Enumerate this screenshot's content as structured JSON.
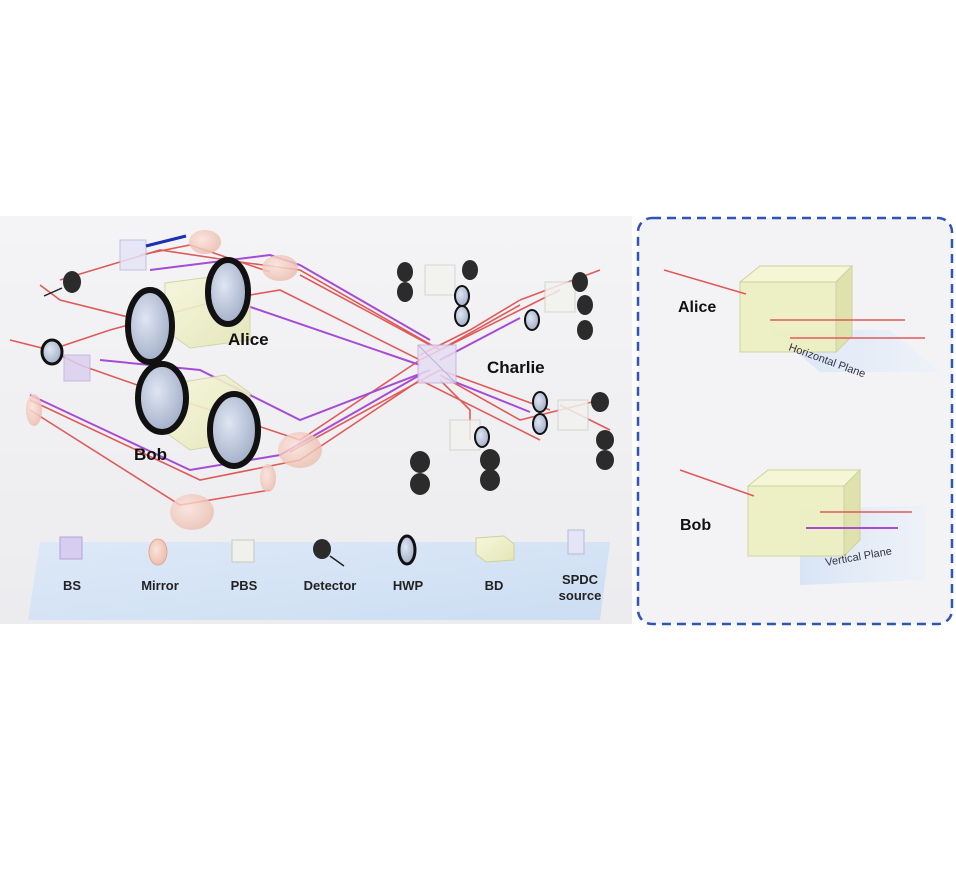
{
  "labels": {
    "alice": "Alice",
    "bob": "Bob",
    "charlie": "Charlie"
  },
  "legend": {
    "bs": "BS",
    "mirror": "Mirror",
    "pbs": "PBS",
    "detector": "Detector",
    "hwp": "HWP",
    "bd": "BD",
    "spdc_line1": "SPDC",
    "spdc_line2": "source"
  },
  "inset": {
    "alice_label": "Alice",
    "alice_plane": "Horizontal Plane",
    "bob_label": "Bob",
    "bob_plane": "Vertical Plane"
  },
  "colors": {
    "beam_red": "#e05a5a",
    "beam_purple": "#a64bd6",
    "inset_border": "#2f55b5",
    "legend_panel": "#d6e6f8",
    "bd_crystal": "#eef0c8"
  }
}
